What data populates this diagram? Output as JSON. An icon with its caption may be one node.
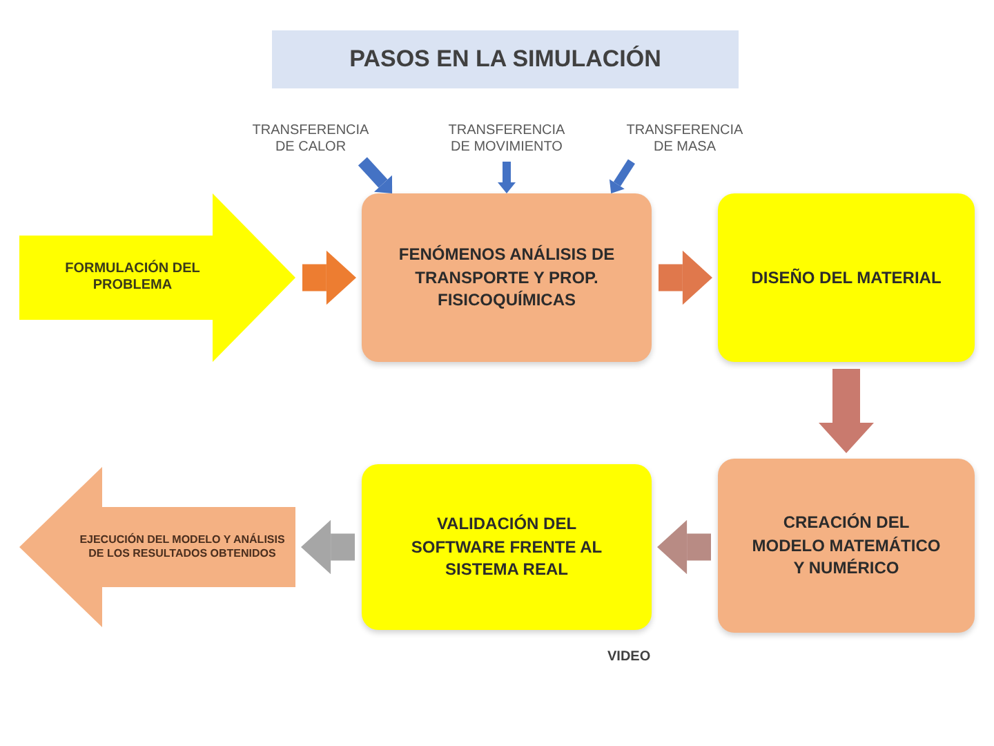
{
  "diagram": {
    "title": "PASOS EN LA SIMULACIÓN",
    "nodes": [
      {
        "text": [
          "FORMULACIÓN DEL PROBLEMA"
        ]
      },
      {
        "text": [
          "TRANSFERENCIA DE CALOR"
        ]
      },
      {
        "text": [
          "TRANSFERENCIA DE MOVIMIENTO"
        ]
      },
      {
        "text": [
          "TRANSFERENCIA DE MASA"
        ]
      },
      {
        "text": [
          "FENÓMENOS ANÁLISIS DE TRANSPORTE Y PROP. FISICOQUÍMICAS"
        ]
      },
      {
        "text": [
          "DISEÑO DEL MATERIAL"
        ]
      },
      {
        "text": [
          "CREACIÓN DEL MODELO MATEMÁTICO Y NUMÉRICO"
        ]
      },
      {
        "text": [
          "VALIDACIÓN DEL SOFTWARE FRENTE AL SISTEMA REAL"
        ]
      },
      {
        "text": [
          "EJECUCIÓN DEL MODELO Y ANÁLISIS DE LOS RESULTADOS OBTENIDOS"
        ]
      }
    ],
    "edges": [
      {
        "from": 0,
        "to": 4,
        "arrow": "to",
        "color": "#ed7d31"
      },
      {
        "from": 1,
        "to": 4,
        "arrow": "to",
        "color": "#4472c4"
      },
      {
        "from": 2,
        "to": 4,
        "arrow": "to",
        "color": "#4472c4"
      },
      {
        "from": 3,
        "to": 4,
        "arrow": "to",
        "color": "#4472c4"
      },
      {
        "from": 4,
        "to": 5,
        "arrow": "to",
        "color": "#e0784c"
      },
      {
        "from": 5,
        "to": 6,
        "arrow": "to",
        "color": "#c97a6e"
      },
      {
        "from": 6,
        "to": 7,
        "arrow": "to",
        "color": "#b88b84"
      },
      {
        "from": 7,
        "to": 8,
        "arrow": "to",
        "color": "#a6a6a6"
      }
    ],
    "labels": [
      "VIDEO"
    ]
  }
}
